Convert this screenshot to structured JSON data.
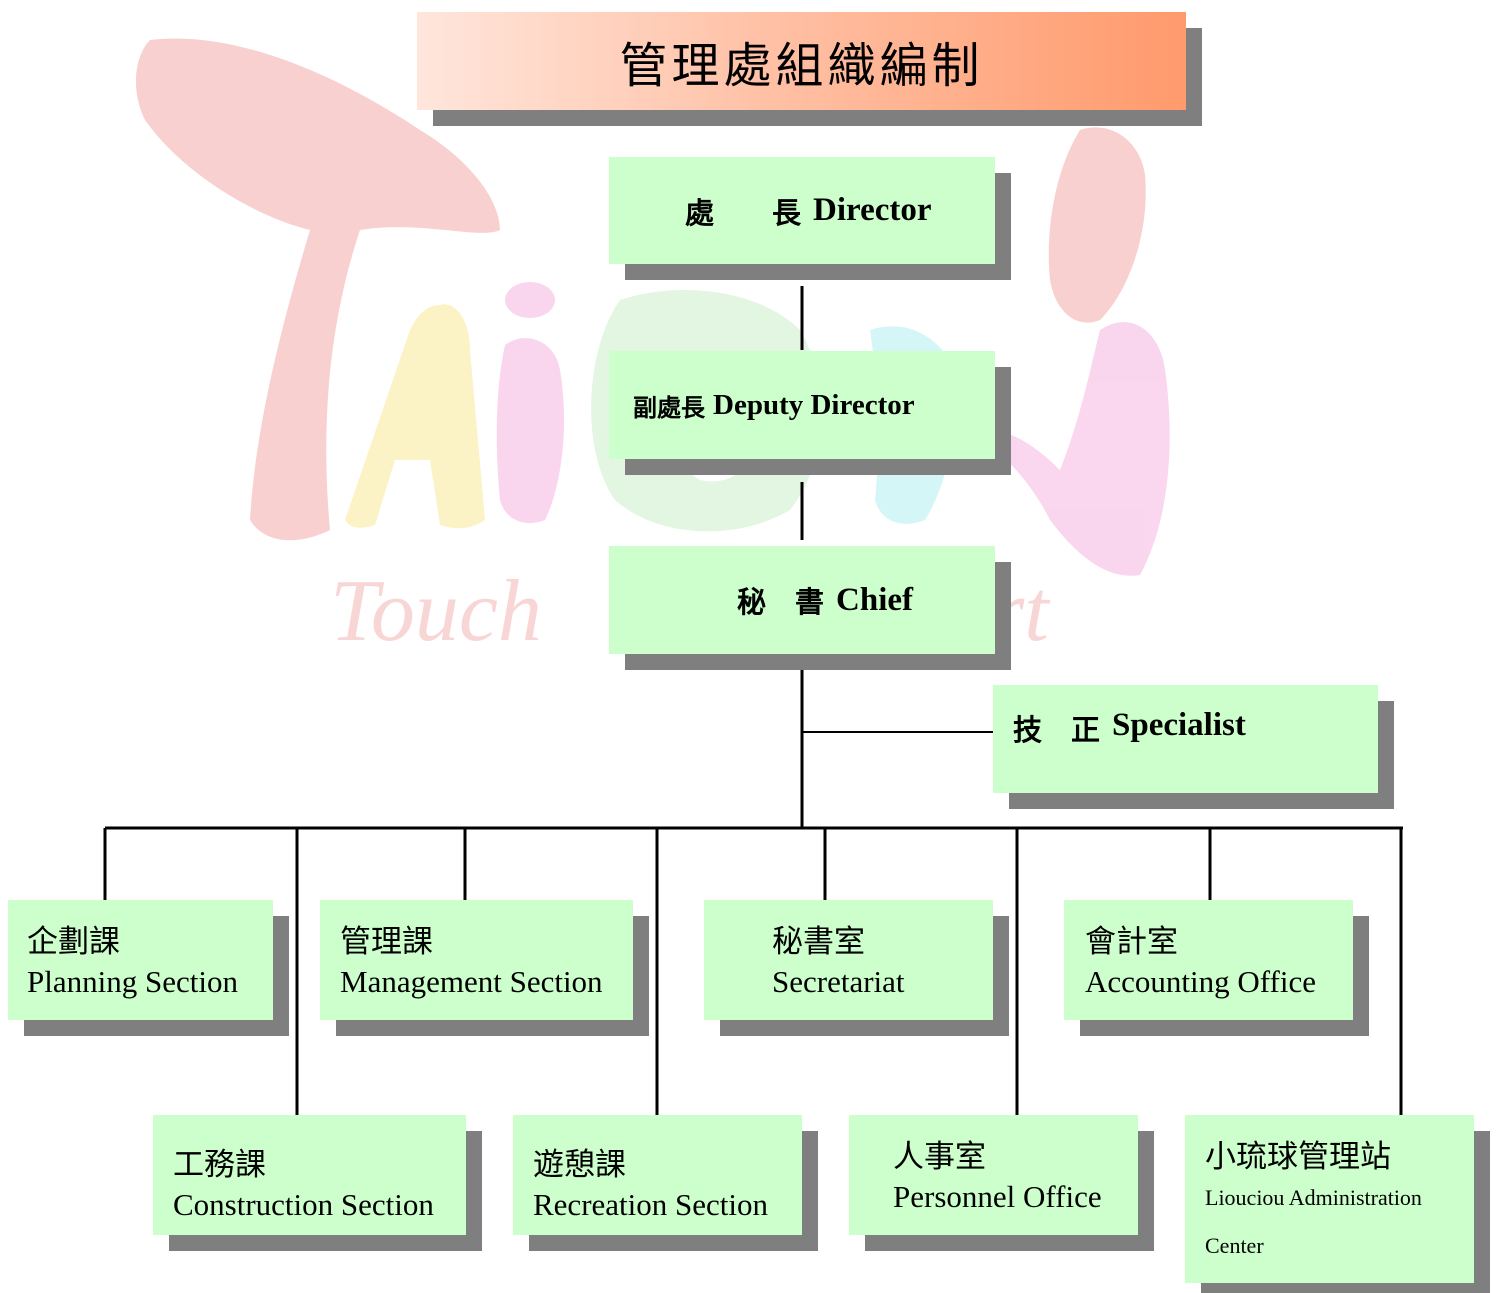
{
  "title": "管理處組織編制",
  "watermark": {
    "text": "Touch Your Heart"
  },
  "executives": {
    "director": {
      "zh": "處　　長",
      "en": "Director"
    },
    "deputy": {
      "zh": "副處長",
      "en": "Deputy Director"
    },
    "chief": {
      "zh": "秘　書",
      "en": "Chief"
    },
    "specialist": {
      "zh": "技　正",
      "en": "Specialist"
    }
  },
  "units": [
    {
      "zh": "企劃課",
      "en": "Planning Section"
    },
    {
      "zh": "管理課",
      "en": "Management Section"
    },
    {
      "zh": "秘書室",
      "en": "Secretariat"
    },
    {
      "zh": "會計室",
      "en": "Accounting Office"
    },
    {
      "zh": "工務課",
      "en": "Construction Section"
    },
    {
      "zh": "遊憩課",
      "en": "Recreation Section"
    },
    {
      "zh": "人事室",
      "en": "Personnel Office"
    },
    {
      "zh": "小琉球管理站",
      "en1": "Liouciou Administration",
      "en2": "Center"
    }
  ],
  "colors": {
    "box": "#ccffcc",
    "shadow": "#7f7f7f",
    "title_from": "#ffe6dc",
    "title_to": "#ff9a6c"
  }
}
